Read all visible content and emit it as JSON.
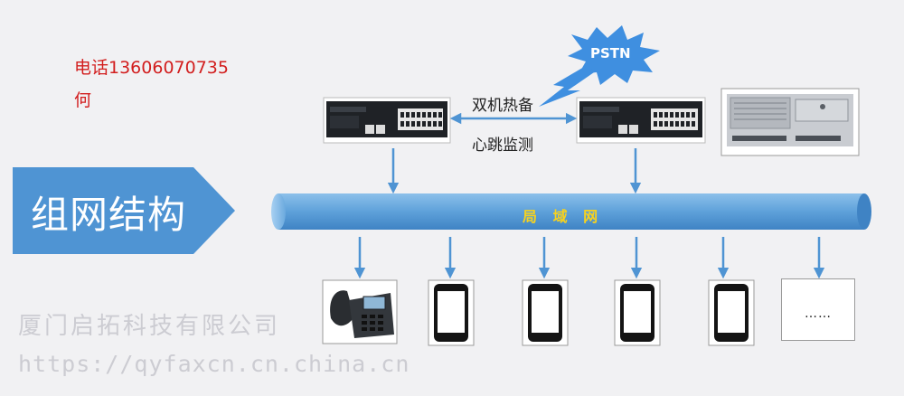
{
  "contact": {
    "phone": "电话13606070735",
    "name": "何"
  },
  "banner": {
    "title": "组网结构"
  },
  "links": {
    "hot_standby": "双机热备",
    "heartbeat": "心跳监测"
  },
  "cloud": {
    "label": "PSTN"
  },
  "lan": {
    "label": "局 域 网"
  },
  "terminals": {
    "more_label": "……"
  },
  "watermark": {
    "company": "厦门启拓科技有限公司",
    "url": "https://qyfaxcn.cn.china.cn"
  },
  "colors": {
    "accent_blue": "#4f94d3",
    "lan_bar": "#5ea1da",
    "lan_text": "#f7d21e",
    "contact_red": "#d21e1e",
    "cloud_blue": "#3f8fe0"
  },
  "icons": {
    "server_left": "voip-gateway-icon",
    "server_right": "voip-gateway-icon",
    "industrial_pc": "industrial-pc-icon",
    "desk_phone": "ip-desk-phone-icon",
    "mobile": "smartphone-icon"
  }
}
